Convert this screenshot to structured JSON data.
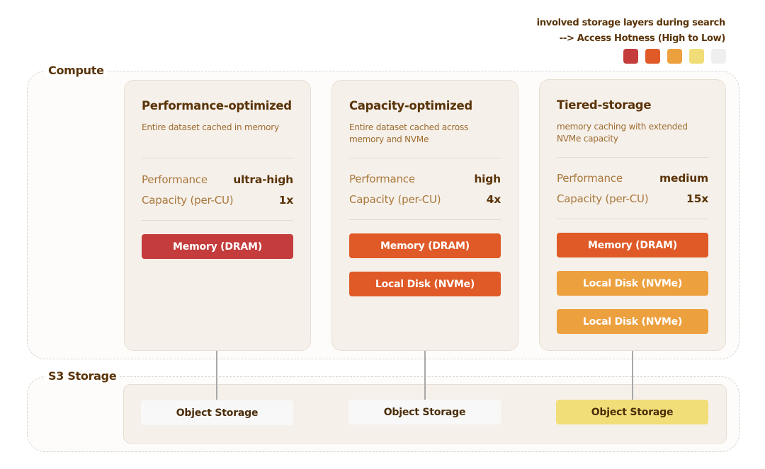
{
  "legend": {
    "line1": "involved storage layers during search",
    "line2": "--> Access Hotness (High to Low)",
    "colors": [
      "#c43c3c",
      "#e05a28",
      "#eda03e",
      "#f0dd78",
      "#efefef"
    ]
  },
  "sections": {
    "compute": "Compute",
    "storage": "S3 Storage"
  },
  "metric_labels": {
    "performance": "Performance",
    "capacity": "Capacity (per-CU)"
  },
  "cards": [
    {
      "title": "Performance-optimized",
      "subtitle": "Entire dataset cached in memory",
      "performance": "ultra-high",
      "capacity": "1x",
      "layers": [
        "Memory (DRAM)"
      ],
      "layer_colors": [
        "#c43c3c"
      ],
      "object_storage": "Object Storage",
      "object_storage_color": "#f8f8f8"
    },
    {
      "title": "Capacity-optimized",
      "subtitle": "Entire dataset cached across memory and NVMe",
      "performance": "high",
      "capacity": "4x",
      "layers": [
        "Memory (DRAM)",
        "Local Disk (NVMe)"
      ],
      "layer_colors": [
        "#e05a28",
        "#e05a28"
      ],
      "object_storage": "Object Storage",
      "object_storage_color": "#f8f8f8"
    },
    {
      "title": "Tiered-storage",
      "subtitle": "memory caching with extended NVMe capacity",
      "performance": "medium",
      "capacity": "15x",
      "layers": [
        "Memory (DRAM)",
        "Local Disk (NVMe)",
        "Local Disk (NVMe)"
      ],
      "layer_colors": [
        "#e05a28",
        "#eda03e",
        "#eda03e"
      ],
      "object_storage": "Object Storage",
      "object_storage_color": "#f2de78"
    }
  ]
}
